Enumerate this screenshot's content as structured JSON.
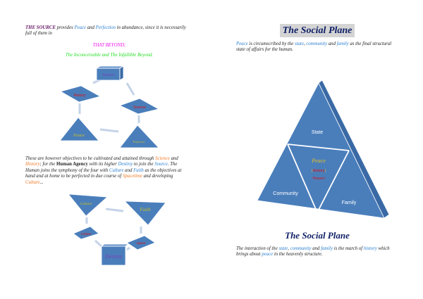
{
  "left": {
    "intro": {
      "source": "THE SOURCE",
      "t1": " provides ",
      "peace": "Peace",
      "t2": " and ",
      "perfection": "Perfection",
      "t3": " in abundance, since it is necessarily full of them in"
    },
    "beyond": "THAT BEYOND;",
    "inconceivable": "The Inconceivable  and The Infallible Beyond.",
    "para2": {
      "t1": "These are however objectives to be cultivated and attained through ",
      "science": "Science",
      "t2": " and ",
      "history": "History",
      "t3": "; for the ",
      "agency": "Human Agency",
      "t4": " with its higher ",
      "destiny": "Destiny",
      "t5": " to join the ",
      "source": "Source",
      "t6": ". The Human joins the symphony of the four with ",
      "culture": "Culture",
      "t7": " and ",
      "faith": "Faith",
      "t8": " as the objectives at hand and at home to be perfected in due course of ",
      "spacetime": "Spacetime",
      "t9": " and developing ",
      "culture2": "Culture",
      "t10": "..."
    },
    "diagram1": {
      "source": "Source",
      "history": "History",
      "science": "Science",
      "peace": "Peace",
      "perfection": "Perfection"
    },
    "diagram2": {
      "culture_top": "Culture",
      "faith": "Faith",
      "culture_small": "Culture",
      "space": "Space",
      "destiny": "Destiny"
    }
  },
  "right": {
    "title": "The Social Plane",
    "intro": {
      "peace": "Peace",
      "t1": " is circumscribed by the ",
      "state": "state",
      "t2": ", ",
      "community": "community",
      "t3": " and ",
      "family": "family",
      "t4": " as the final structural state of affairs for the human."
    },
    "pyramid": {
      "state": "State",
      "community": "Community",
      "family": "Family",
      "peace": "Peace",
      "history_open": "(",
      "history": "History",
      "history_close": ")",
      "heaven": "Heaven"
    },
    "title2": "The Social Plane",
    "outro": {
      "t1": "The interaction of the ",
      "state": "state",
      "t2": ", ",
      "community": "community",
      "t3": " and ",
      "family": "family",
      "t4": " is the march of ",
      "history": "history",
      "t5": " which brings about ",
      "peace": "peace",
      "t6": " in the heavenly structure."
    }
  },
  "colors": {
    "shape": "#4a7ebb",
    "title": "#0e1f66",
    "blue": "#2a7ed0",
    "orange": "#ee7722"
  }
}
